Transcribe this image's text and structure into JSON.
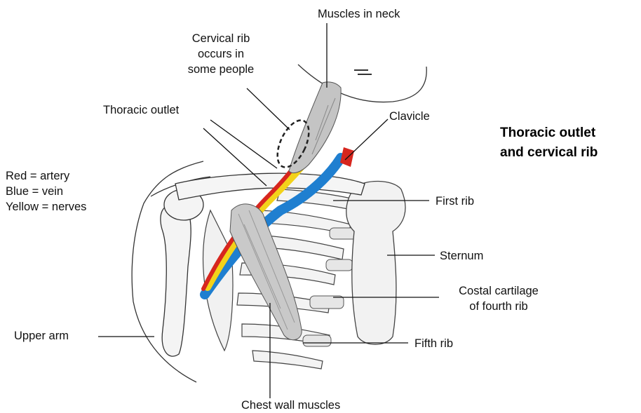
{
  "title": {
    "line1": "Thoracic outlet",
    "line2": "and cervical rib"
  },
  "legend": {
    "red": "Red = artery",
    "blue": "Blue = vein",
    "yellow": "Yellow = nerves"
  },
  "labels": {
    "muscles_neck": "Muscles in neck",
    "cervical_rib_1": "Cervical rib",
    "cervical_rib_2": "occurs in",
    "cervical_rib_3": "some people",
    "thoracic_outlet": "Thoracic outlet",
    "clavicle": "Clavicle",
    "first_rib": "First rib",
    "sternum": "Sternum",
    "costal_1": "Costal cartilage",
    "costal_2": "of fourth rib",
    "upper_arm": "Upper arm",
    "fifth_rib": "Fifth rib",
    "chest_wall": "Chest wall muscles"
  },
  "colors": {
    "artery": "#d7261e",
    "vein": "#1f7fd0",
    "nerve": "#f3d21a",
    "muscle": "#bcbcbc",
    "outline": "#222222"
  }
}
